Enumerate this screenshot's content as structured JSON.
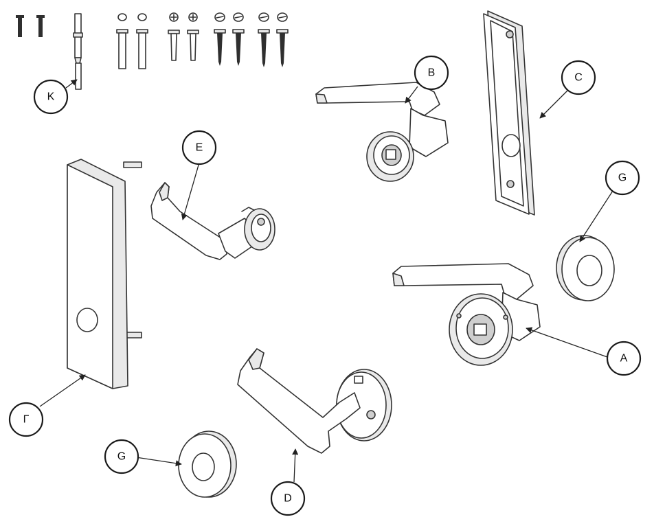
{
  "callouts": [
    {
      "id": "k",
      "label": "K"
    },
    {
      "id": "b",
      "label": "B"
    },
    {
      "id": "c",
      "label": "C"
    },
    {
      "id": "e",
      "label": "E"
    },
    {
      "id": "g-right",
      "label": "G"
    },
    {
      "id": "a",
      "label": "A"
    },
    {
      "id": "f",
      "label": "Г"
    },
    {
      "id": "g-left",
      "label": "G"
    },
    {
      "id": "d",
      "label": "D"
    }
  ],
  "colors": {
    "line": "#333333",
    "part_fill": "#e9e9e9",
    "background": "#ffffff"
  }
}
